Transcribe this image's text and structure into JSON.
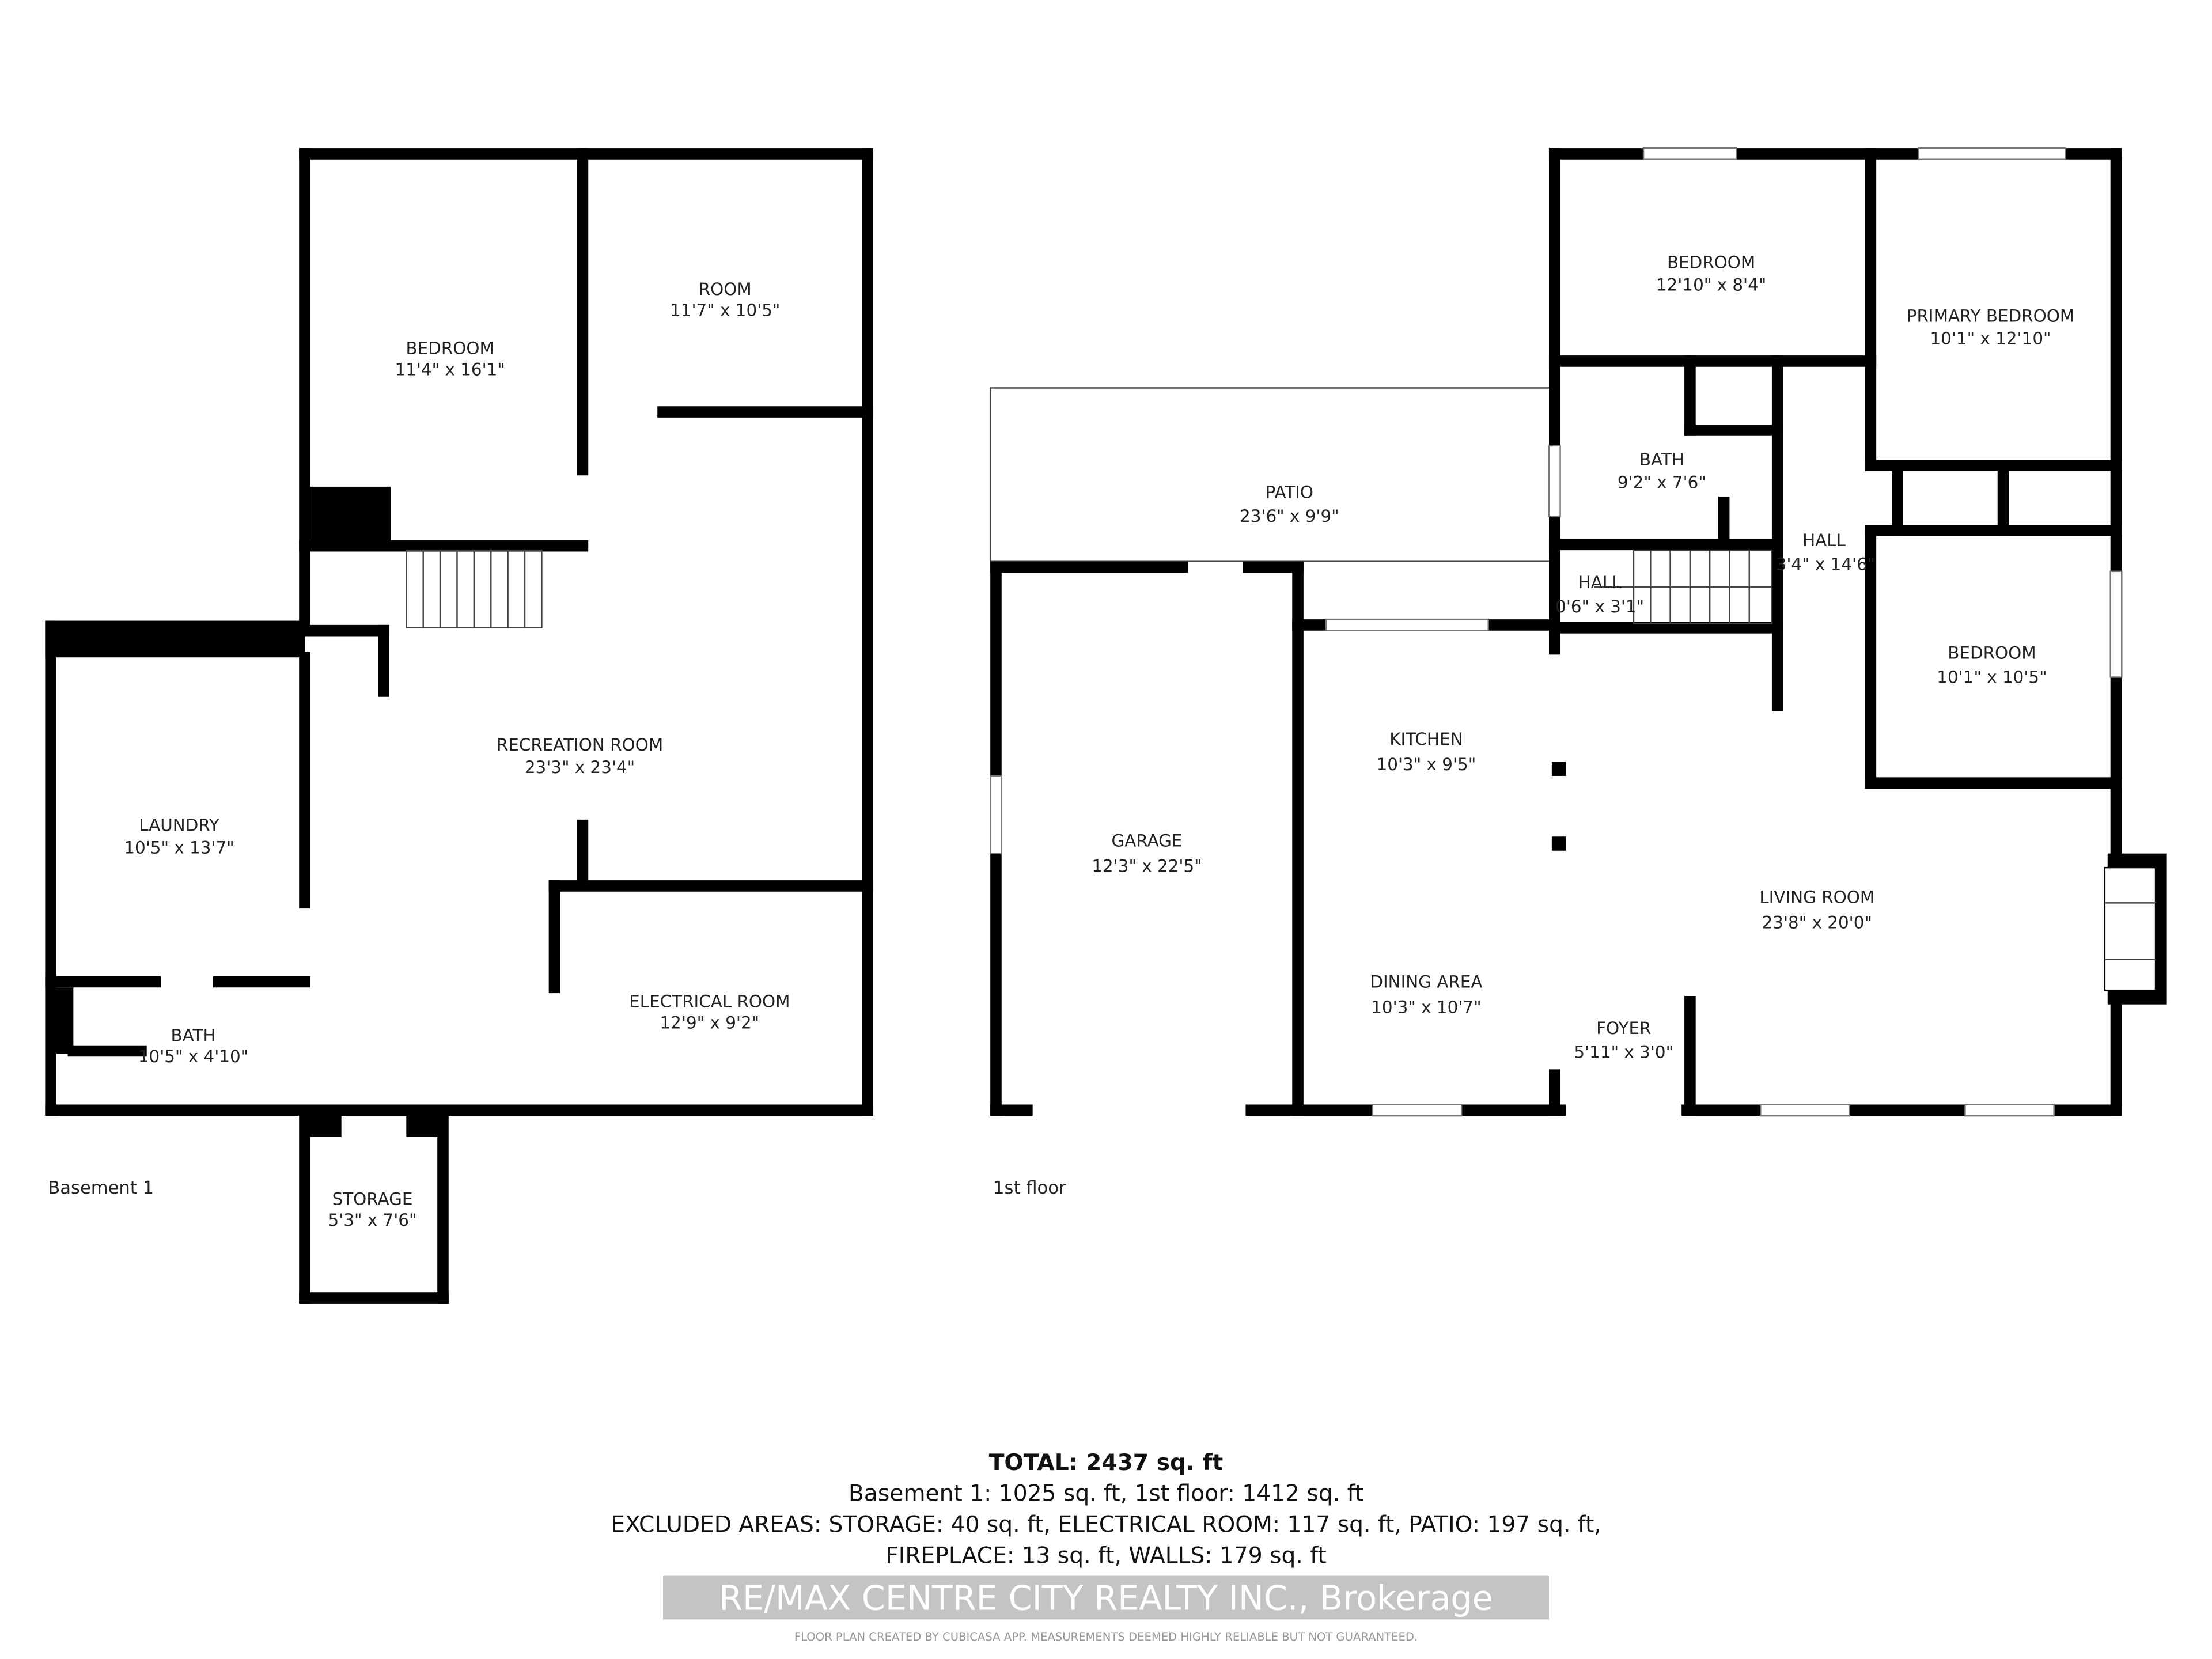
{
  "basement": {
    "label": "Basement 1",
    "rooms": [
      {
        "name": "BEDROOM",
        "dims": "11'4\" x 16'1\""
      },
      {
        "name": "ROOM",
        "dims": "11'7\" x 10'5\""
      },
      {
        "name": "RECREATION ROOM",
        "dims": "23'3\" x 23'4\""
      },
      {
        "name": "LAUNDRY",
        "dims": "10'5\" x 13'7\""
      },
      {
        "name": "BATH",
        "dims": "10'5\" x 4'10\""
      },
      {
        "name": "ELECTRICAL ROOM",
        "dims": "12'9\" x 9'2\""
      },
      {
        "name": "STORAGE",
        "dims": "5'3\" x 7'6\""
      }
    ]
  },
  "first_floor": {
    "label": "1st floor",
    "rooms": [
      {
        "name": "BEDROOM",
        "dims": "12'10\" x 8'4\""
      },
      {
        "name": "PRIMARY BEDROOM",
        "dims": "10'1\" x 12'10\""
      },
      {
        "name": "PATIO",
        "dims": "23'6\" x 9'9\""
      },
      {
        "name": "BATH",
        "dims": "9'2\" x 7'6\""
      },
      {
        "name": "HALL",
        "dims": "3'4\" x 14'6\""
      },
      {
        "name": "HALL",
        "dims": "0'6\" x 3'1\""
      },
      {
        "name": "BEDROOM",
        "dims": "10'1\" x 10'5\""
      },
      {
        "name": "KITCHEN",
        "dims": "10'3\" x 9'5\""
      },
      {
        "name": "GARAGE",
        "dims": "12'3\" x 22'5\""
      },
      {
        "name": "LIVING ROOM",
        "dims": "23'8\" x 20'0\""
      },
      {
        "name": "DINING AREA",
        "dims": "10'3\" x 10'7\""
      },
      {
        "name": "FOYER",
        "dims": "5'11\" x 3'0\""
      }
    ]
  },
  "summary": {
    "total": "TOTAL: 2437 sq. ft",
    "floors": "Basement 1: 1025 sq. ft, 1st floor: 1412 sq. ft",
    "excluded_1": "EXCLUDED AREAS: STORAGE: 40 sq. ft, ELECTRICAL ROOM: 117 sq. ft, PATIO: 197 sq. ft,",
    "excluded_2": "FIREPLACE: 13 sq. ft, WALLS: 179 sq. ft"
  },
  "watermark": "RE/MAX CENTRE CITY REALTY INC., Brokerage",
  "disclaimer": "FLOOR PLAN CREATED BY CUBICASA APP. MEASUREMENTS DEEMED HIGHLY RELIABLE BUT NOT GUARANTEED."
}
